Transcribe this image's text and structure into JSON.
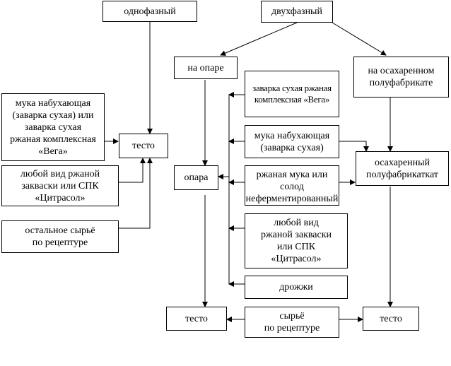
{
  "nodes": {
    "single_phase": "однофазный",
    "two_phase": "двухфазный",
    "on_sponge": "на опаре",
    "on_sugared": "на осахаренном\nполуфабрикате",
    "left_flour": "мука набухающая\n(заварка сухая) или\nзаварка сухая\nржаная комплексная\n«Вега»",
    "left_dough": "тесто",
    "left_starter": "любой вид ржаной\nзакваски или СПК\n«Цитрасол»",
    "left_other": "остальное сырьё\nпо рецептуре",
    "mid_vega": "заварка сухая ржаная\nкомплексная «Вега»",
    "mid_flour": "мука набухающая\n(заварка сухая)",
    "sponge": "опара",
    "mid_rye": "ржаная мука или\nсолод\nнеферментированный",
    "mid_starter": "любой вид\nржаной закваски\nили СПК\n«Цитрасол»",
    "yeast": "дрожжи",
    "sugared": "осахаренный\nполуфабрикаткат",
    "dough_mid": "тесто",
    "raw": "сырьё\nпо рецептуре",
    "dough_right": "тесто"
  }
}
